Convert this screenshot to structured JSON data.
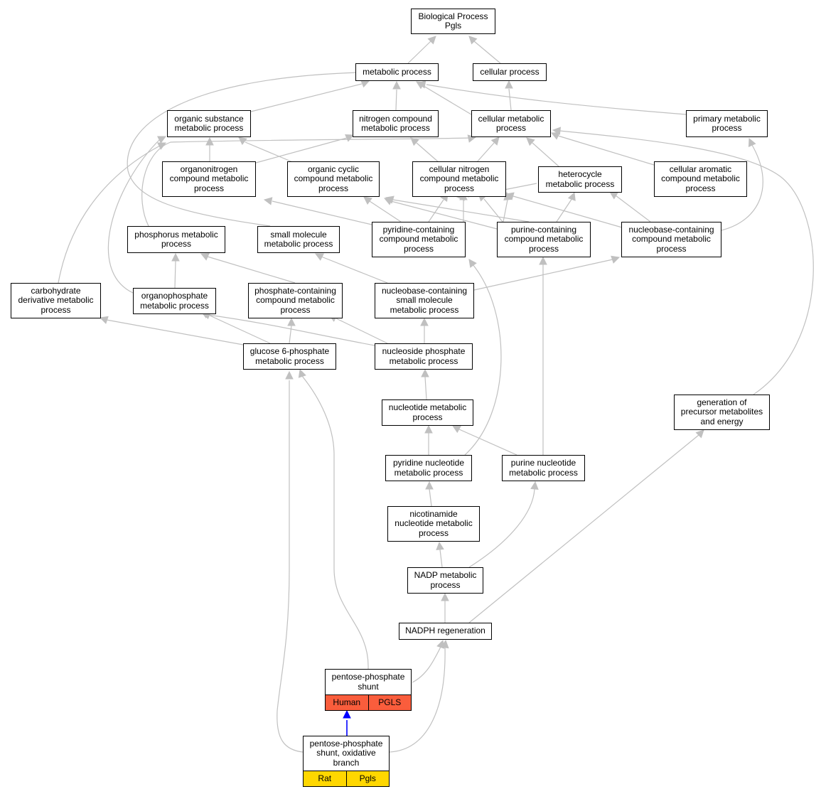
{
  "colors": {
    "edge": "#c0c0c0",
    "highlight_edge": "#0000ff",
    "human_tag": "#fa5d3c",
    "rat_tag": "#ffd700"
  },
  "nodes": {
    "bp_pgls": {
      "label": "Biological Process\nPgls"
    },
    "metabolic": {
      "label": "metabolic process"
    },
    "cellular": {
      "label": "cellular process"
    },
    "org_substance": {
      "label": "organic substance\nmetabolic process"
    },
    "nitrogen_compound": {
      "label": "nitrogen compound\nmetabolic process"
    },
    "cellular_metabolic": {
      "label": "cellular metabolic\nprocess"
    },
    "primary_metabolic": {
      "label": "primary metabolic\nprocess"
    },
    "organonitrogen": {
      "label": "organonitrogen\ncompound metabolic\nprocess"
    },
    "organic_cyclic": {
      "label": "organic cyclic\ncompound metabolic\nprocess"
    },
    "cellular_nitrogen": {
      "label": "cellular nitrogen\ncompound metabolic\nprocess"
    },
    "heterocycle": {
      "label": "heterocycle\nmetabolic process"
    },
    "cellular_aromatic": {
      "label": "cellular aromatic\ncompound metabolic\nprocess"
    },
    "phosphorus": {
      "label": "phosphorus metabolic\nprocess"
    },
    "small_molecule": {
      "label": "small molecule\nmetabolic process"
    },
    "pyridine_containing": {
      "label": "pyridine-containing\ncompound metabolic\nprocess"
    },
    "purine_containing": {
      "label": "purine-containing\ncompound metabolic\nprocess"
    },
    "nucleobase_containing": {
      "label": "nucleobase-containing\ncompound metabolic\nprocess"
    },
    "carbohydrate_deriv": {
      "label": "carbohydrate\nderivative metabolic\nprocess"
    },
    "organophosphate": {
      "label": "organophosphate\nmetabolic process"
    },
    "phosphate_containing": {
      "label": "phosphate-containing\ncompound metabolic\nprocess"
    },
    "nucleobase_small": {
      "label": "nucleobase-containing\nsmall molecule\nmetabolic process"
    },
    "glucose6p": {
      "label": "glucose 6-phosphate\nmetabolic process"
    },
    "nucleoside_phosphate": {
      "label": "nucleoside phosphate\nmetabolic process"
    },
    "nucleotide": {
      "label": "nucleotide metabolic\nprocess"
    },
    "generation_precursor": {
      "label": "generation of\nprecursor metabolites\nand energy"
    },
    "pyridine_nucleotide": {
      "label": "pyridine nucleotide\nmetabolic process"
    },
    "purine_nucleotide": {
      "label": "purine nucleotide\nmetabolic process"
    },
    "nicotinamide": {
      "label": "nicotinamide\nnucleotide metabolic\nprocess"
    },
    "nadp": {
      "label": "NADP metabolic\nprocess"
    },
    "nadph_regen": {
      "label": "NADPH regeneration"
    },
    "pps": {
      "label": "pentose-phosphate\nshunt",
      "tags": [
        "Human",
        "PGLS"
      ]
    },
    "pps_ox": {
      "label": "pentose-phosphate\nshunt, oxidative\nbranch",
      "tags": [
        "Rat",
        "Pgls"
      ]
    }
  }
}
